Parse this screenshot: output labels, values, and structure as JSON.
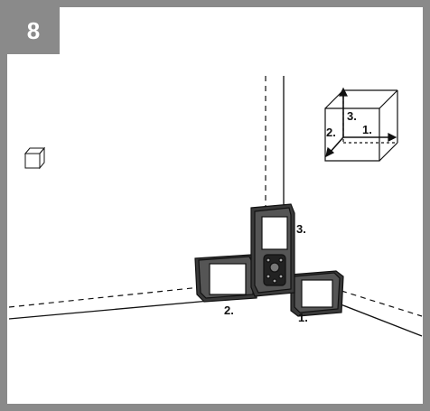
{
  "step": {
    "number": "8"
  },
  "labels": {
    "device_top": "3.",
    "device_left": "2.",
    "device_right": "1.",
    "cube_vertical": "3.",
    "cube_depth": "2.",
    "cube_horizontal": "1."
  },
  "colors": {
    "frame": "#8a8a8a",
    "ink": "#111111",
    "background": "#ffffff"
  }
}
